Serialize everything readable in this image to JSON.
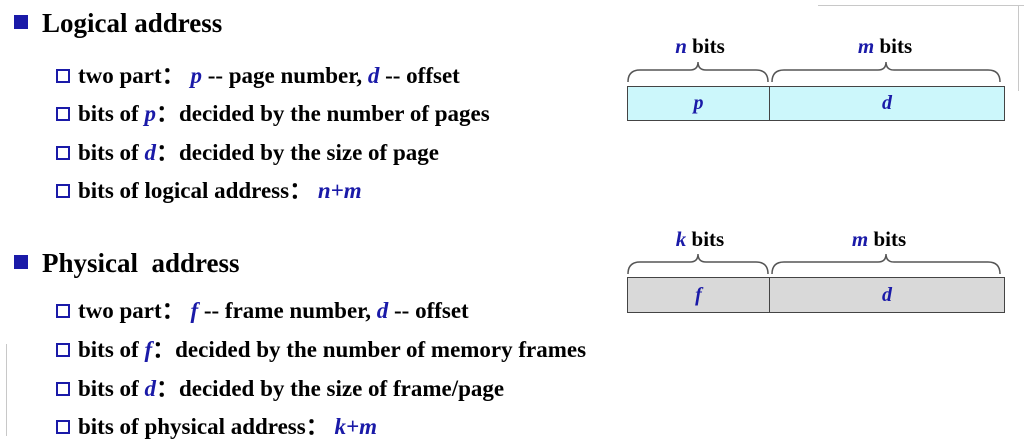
{
  "logical": {
    "heading": "Logical address",
    "items": [
      {
        "pre": "two part： ",
        "v1": "p",
        "mid": " -- page number, ",
        "v2": "d",
        "post": " -- offset"
      },
      {
        "pre": "bits of ",
        "v1": "p",
        "post": "：decided by the number of pages"
      },
      {
        "pre": "bits of ",
        "v1": "d",
        "post": "：decided by the size of page"
      },
      {
        "pre": "bits of logical address： ",
        "v1": "n+m"
      }
    ],
    "diagram": {
      "left_bits_var": "n",
      "right_bits_var": "m",
      "bits_word": "bits",
      "left_cell": "p",
      "right_cell": "d",
      "fill": "#ccf7fb"
    }
  },
  "physical": {
    "heading": "Physical  address",
    "items": [
      {
        "pre": "two part： ",
        "v1": "f",
        "mid": " -- frame number, ",
        "v2": "d",
        "post": " -- offset"
      },
      {
        "pre": "bits of ",
        "v1": "f",
        "post": "：decided by the number of memory frames"
      },
      {
        "pre": "bits of ",
        "v1": "d",
        "post": "：decided by the size of frame/page"
      },
      {
        "pre": "bits of physical address： ",
        "v1": "k+m"
      }
    ],
    "diagram": {
      "left_bits_var": "k",
      "right_bits_var": "m",
      "bits_word": "bits",
      "left_cell": "f",
      "right_cell": "d",
      "fill": "#d9d9d9"
    }
  },
  "colors": {
    "accent": "#1a1aa8"
  }
}
